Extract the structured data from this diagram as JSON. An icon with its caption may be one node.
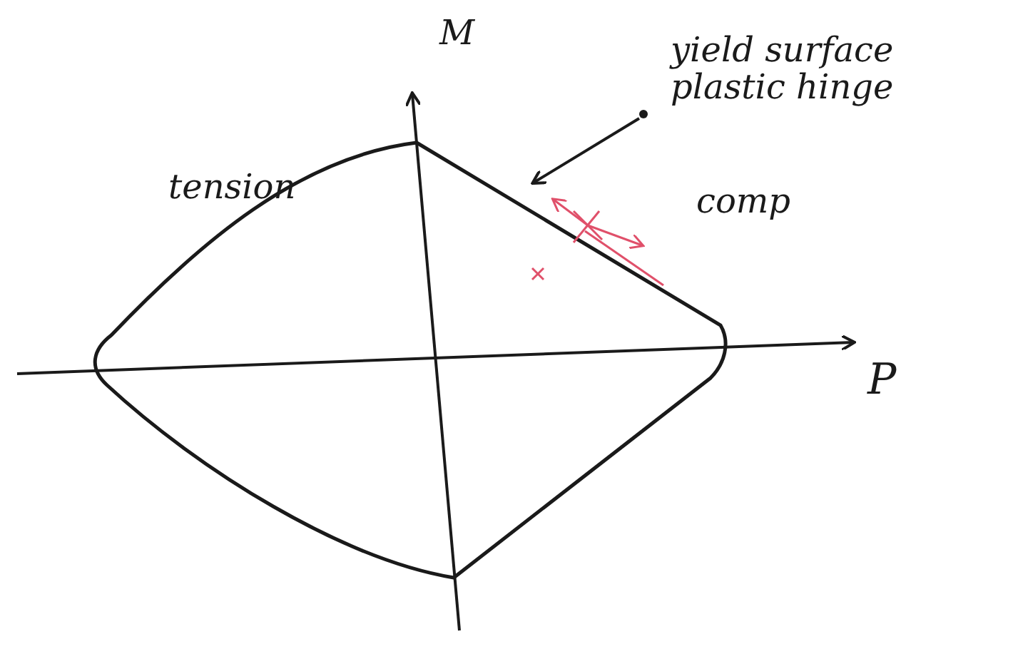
{
  "diagram": {
    "nodes": [
      {
        "text": [],
        "shape": "diamond"
      },
      {
        "text": [
          "yield surface",
          "plastic hinge"
        ]
      }
    ],
    "edges": [
      {
        "from": 1,
        "to": 0,
        "arrow": "to"
      }
    ],
    "labels": [
      "M",
      "tension",
      "comp",
      "P"
    ]
  }
}
